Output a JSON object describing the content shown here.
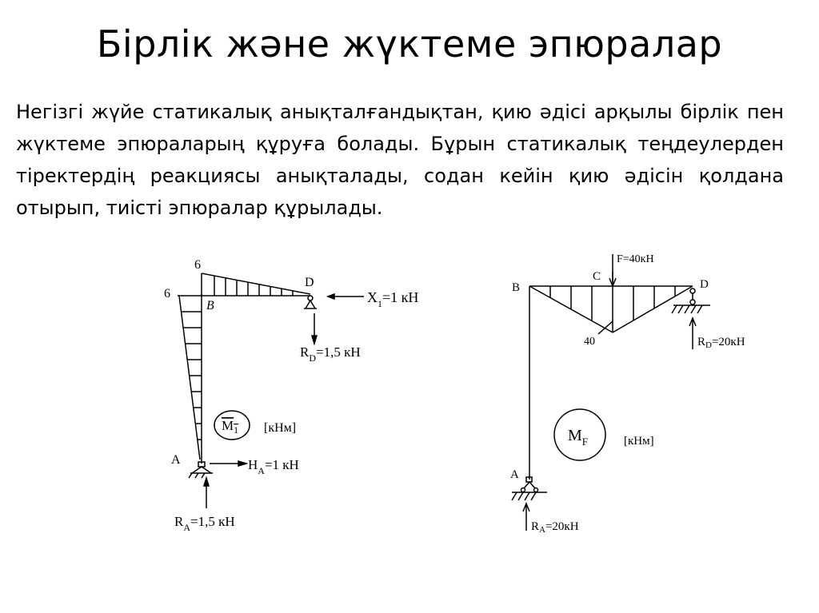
{
  "slide": {
    "title": "Бірлік және жүктеме эпюралар",
    "paragraph": "Негізгі жүйе статикалық анықталғандықтан, қию әдісі арқылы бірлік пен жүктеме эпюраларың құруға болады. Бұрын статикалық теңдеулерден тіректердің реакциясы анықталады, содан кейін қию әдісін қолдана отырып, тиісті эпюралар құрылады."
  },
  "left_diagram": {
    "value_top": "6",
    "value_left": "6",
    "node_B": "B",
    "node_D": "D",
    "node_A": "A",
    "force_X": "X",
    "force_X_sub": "1",
    "force_X_val": "=1 кН",
    "reaction_D": "R",
    "reaction_D_sub": "D",
    "reaction_D_val": "=1,5 кН",
    "reaction_HA": "H",
    "reaction_HA_sub": "A",
    "reaction_HA_val": "=1 кН",
    "reaction_RA": "R",
    "reaction_RA_sub": "A",
    "reaction_RA_val": "=1,5 кН",
    "moment_label": "M",
    "moment_sub": "1",
    "units": "[кНм]"
  },
  "right_diagram": {
    "node_B": "B",
    "node_C": "C",
    "node_D": "D",
    "node_A": "A",
    "force_F": "F=40кН",
    "peak_value": "40",
    "reaction_D": "R",
    "reaction_D_sub": "D",
    "reaction_D_val": "=20кН",
    "reaction_A": "R",
    "reaction_A_sub": "A",
    "reaction_A_val": "=20кН",
    "moment_label": "M",
    "moment_sub": "F",
    "units": "[кНм]"
  }
}
